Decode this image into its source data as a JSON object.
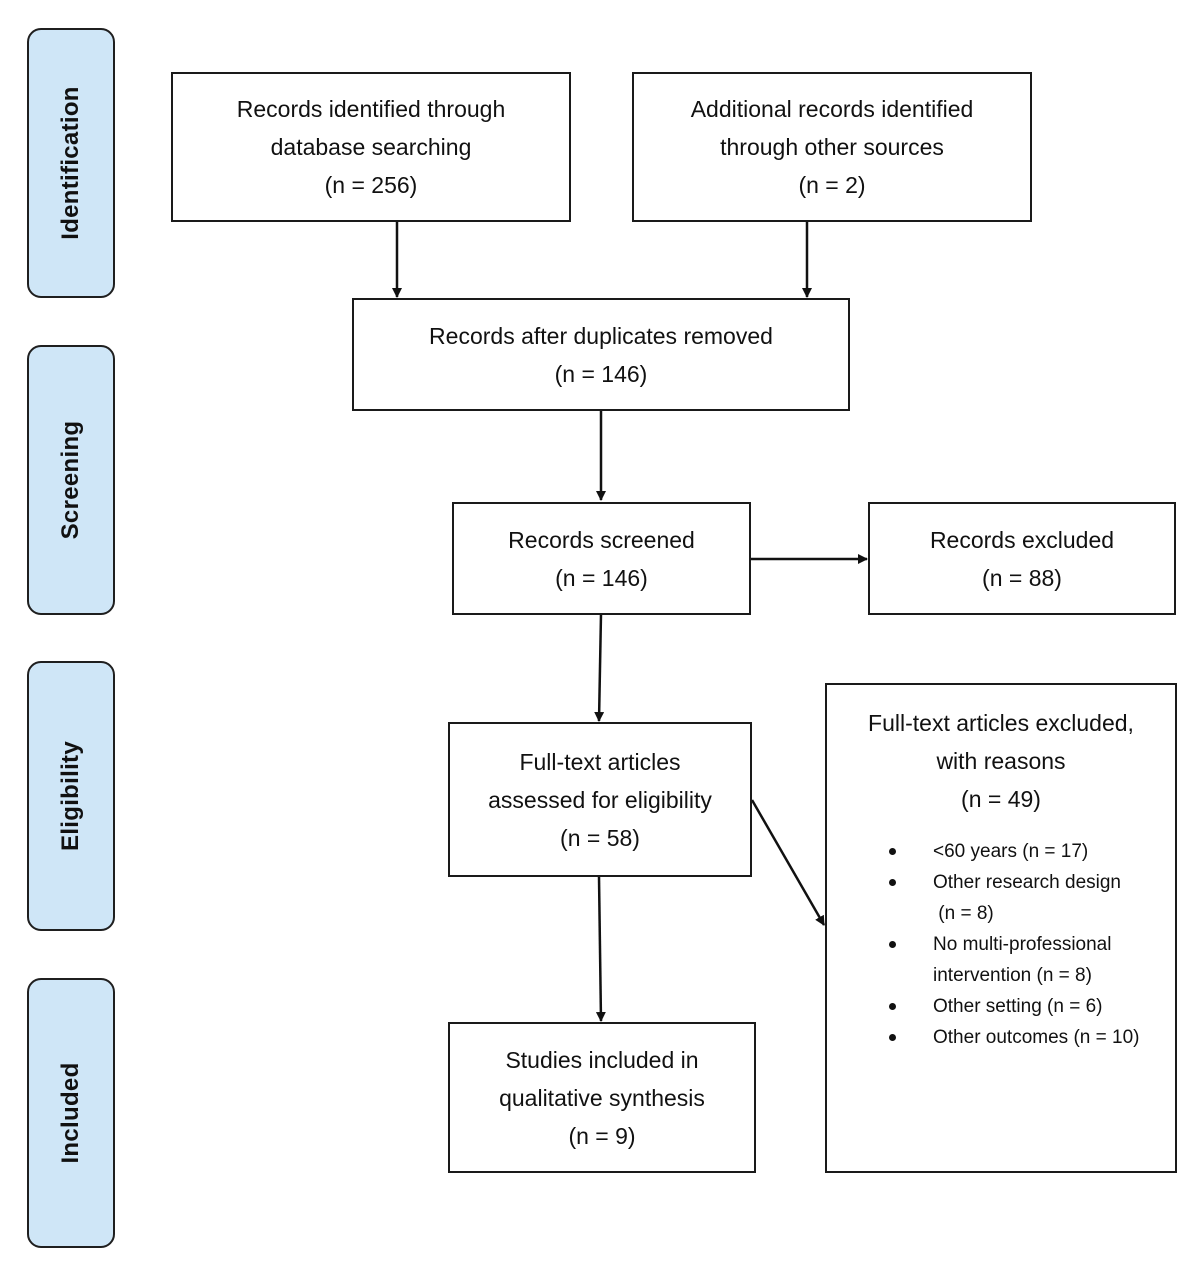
{
  "stages": [
    {
      "id": "identification",
      "label": "Identification"
    },
    {
      "id": "screening",
      "label": "Screening"
    },
    {
      "id": "eligibility",
      "label": "Eligibility"
    },
    {
      "id": "included",
      "label": "Included"
    }
  ],
  "boxes": {
    "database_records": [
      "Records identified through",
      "database searching",
      "(n = 256)"
    ],
    "other_sources": [
      "Additional records identified",
      "through other sources",
      "(n = 2)"
    ],
    "after_duplicates": [
      "Records after duplicates removed",
      "(n = 146)"
    ],
    "screened": [
      "Records screened",
      "(n = 146)"
    ],
    "excluded": [
      "Records excluded",
      "(n = 88)"
    ],
    "fulltext_assessed": [
      "Full-text articles",
      "assessed for eligibility",
      "(n = 58)"
    ],
    "included_studies": [
      "Studies included in",
      "qualitative synthesis",
      "(n = 9)"
    ]
  },
  "fulltext_excluded": {
    "heading": [
      "Full-text articles excluded,",
      "with reasons",
      "(n = 49)"
    ],
    "reasons": [
      [
        "<60 years (n = 17)"
      ],
      [
        "Other research design",
        " (n = 8)"
      ],
      [
        "No multi-professional",
        "intervention (n = 8)"
      ],
      [
        "Other setting (n = 6)"
      ],
      [
        "Other outcomes (n = 10)"
      ]
    ]
  },
  "colors": {
    "stage_fill": "#cfe6f7",
    "stroke": "#1a1a1a"
  }
}
